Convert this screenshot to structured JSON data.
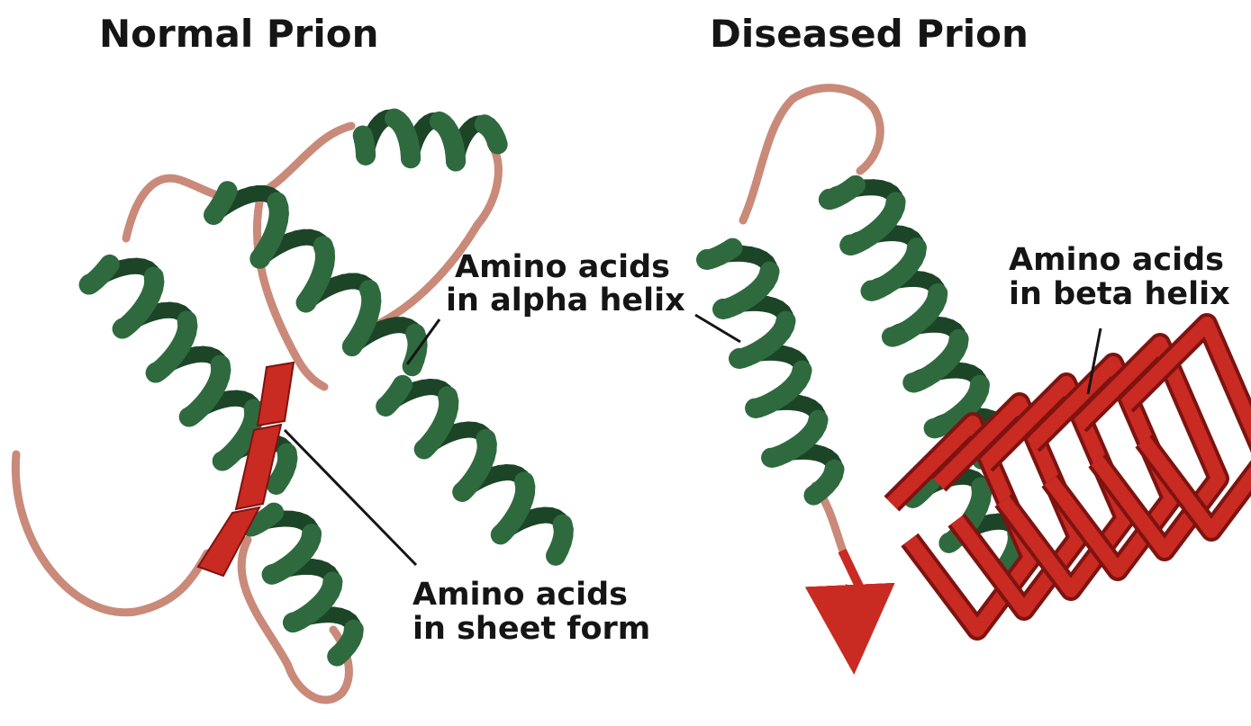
{
  "panels": {
    "normal": {
      "title": "Normal Prion",
      "label_alpha_line1": "Amino acids",
      "label_alpha_line2": "in alpha helix",
      "label_sheet_line1": "Amino acids",
      "label_sheet_line2": "in sheet form"
    },
    "diseased": {
      "title": "Diseased Prion",
      "label_beta_line1": "Amino acids",
      "label_beta_line2": "in beta helix"
    }
  },
  "colors": {
    "alpha_helix": "#2f6a3f",
    "alpha_helix_dark": "#1c4527",
    "beta_sheet": "#c92a22",
    "beta_sheet_dark": "#7e1310",
    "coil": "#c98a7a",
    "coil_dark": "#8a5a4c",
    "text": "#151515",
    "leader_line": "#151515"
  }
}
